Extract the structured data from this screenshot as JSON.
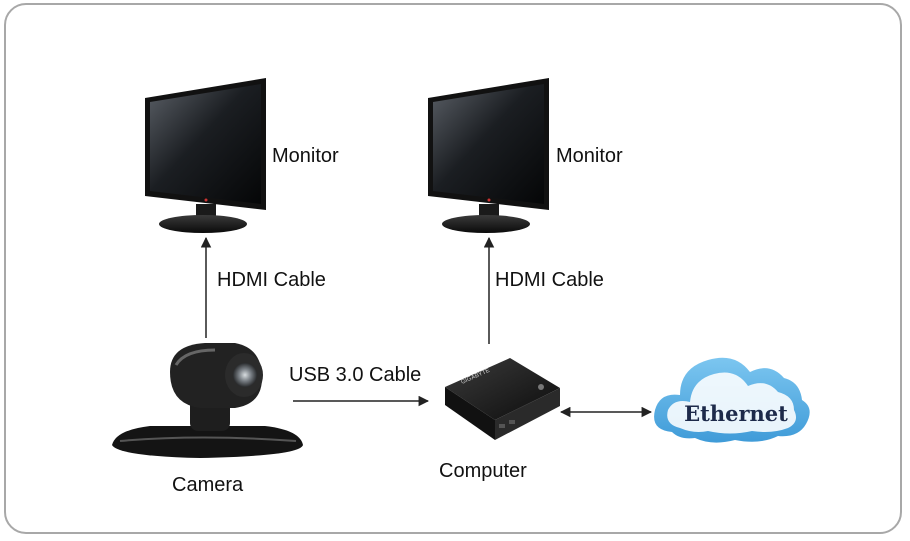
{
  "nodes": {
    "monitor_left": {
      "label": "Monitor"
    },
    "monitor_right": {
      "label": "Monitor"
    },
    "camera": {
      "label": "Camera"
    },
    "computer": {
      "label": "Computer",
      "brand_text": "GIGABYTE"
    },
    "ethernet": {
      "label": "Ethernet"
    }
  },
  "links": {
    "camera_to_monitor": {
      "label": "HDMI Cable"
    },
    "computer_to_monitor": {
      "label": "HDMI Cable"
    },
    "camera_to_computer": {
      "label": "USB 3.0 Cable"
    }
  },
  "colors": {
    "frame": "#a8a8a8",
    "arrow": "#222222",
    "cloud": "#4da8e0",
    "device": "#1a1a1a"
  }
}
